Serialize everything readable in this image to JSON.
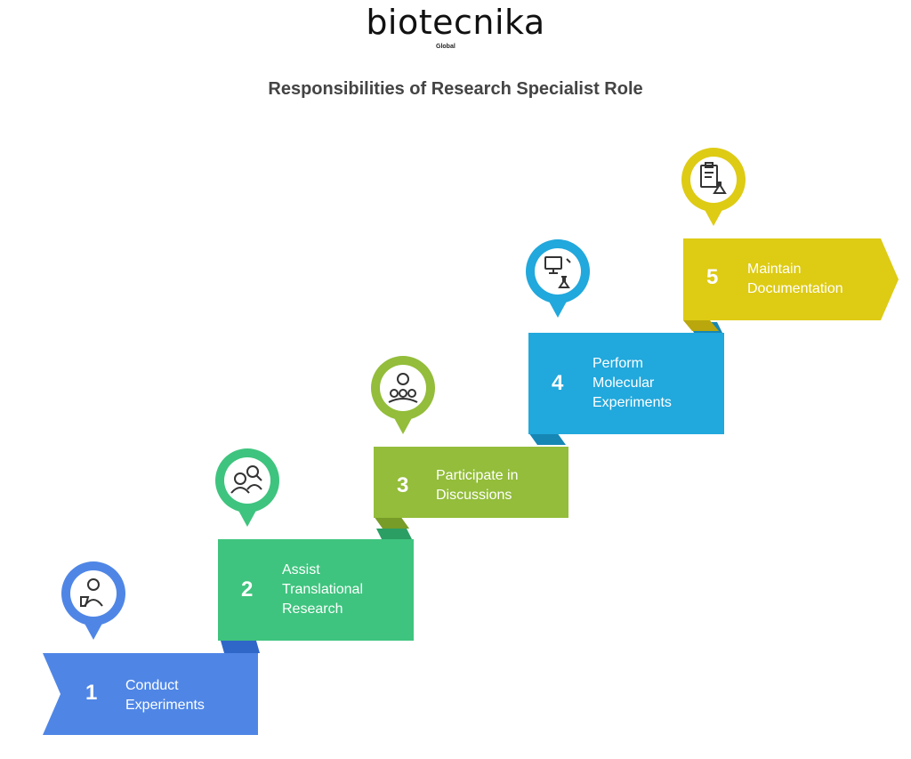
{
  "logo": {
    "text": "biotecnika",
    "sub": "Global"
  },
  "title": "Responsibilities of Research Specialist Role",
  "steps": [
    {
      "number": "1",
      "lines": [
        "Conduct",
        "Experiments"
      ],
      "color": "#4f86e6",
      "tab": "#2f67c9",
      "icon": "scientist-icon"
    },
    {
      "number": "2",
      "lines": [
        "Assist",
        "Translational",
        "Research"
      ],
      "color": "#3ec47e",
      "tab": "#2a9e63",
      "icon": "research-team-icon"
    },
    {
      "number": "3",
      "lines": [
        "Participate in",
        "Discussions"
      ],
      "color": "#93bd3a",
      "tab": "#779c27",
      "icon": "discussion-group-icon"
    },
    {
      "number": "4",
      "lines": [
        "Perform",
        "Molecular",
        "Experiments"
      ],
      "color": "#21a8dc",
      "tab": "#1687b5",
      "icon": "lab-computer-icon"
    },
    {
      "number": "5",
      "lines": [
        "Maintain",
        "Documentation"
      ],
      "color": "#decb14",
      "tab": "#b9a70d",
      "icon": "clipboard-flask-icon"
    }
  ]
}
